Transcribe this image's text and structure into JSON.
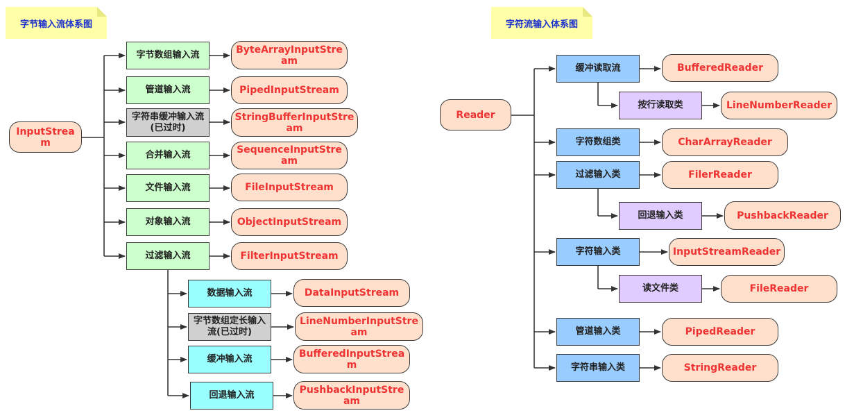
{
  "left": {
    "title": "字节输入流体系图",
    "root": "InputStream",
    "items": [
      {
        "label": "字节数组输入流",
        "target": "ByteArrayInputStream"
      },
      {
        "label": "管道输入流",
        "target": "PipedInputStream"
      },
      {
        "label": "字符串缓冲输入流(已过时)",
        "target": "StringBufferInputStream",
        "deprecated": true
      },
      {
        "label": "合并输入流",
        "target": "SequenceInputStream"
      },
      {
        "label": "文件输入流",
        "target": "FileInputStream"
      },
      {
        "label": "对象输入流",
        "target": "ObjectInputStream"
      },
      {
        "label": "过滤输入流",
        "target": "FilterInputStream"
      }
    ],
    "filter_children": [
      {
        "label": "数据输入流",
        "target": "DataInputStream"
      },
      {
        "label": "字节数组定长输入流(已过时)",
        "target": "LineNumberInputStream",
        "deprecated": true
      },
      {
        "label": "缓冲输入流",
        "target": "BufferedInputStream"
      },
      {
        "label": "回退输入流",
        "target": "PushbackInputStream"
      }
    ]
  },
  "right": {
    "title": "字符流输入体系图",
    "root": "Reader",
    "items": [
      {
        "label": "缓冲读取流",
        "target": "BufferedReader",
        "child": {
          "label": "按行读取类",
          "target": "LineNumberReader"
        }
      },
      {
        "label": "字符数组类",
        "target": "CharArrayReader"
      },
      {
        "label": "过滤输入类",
        "target": "FilerReader",
        "child": {
          "label": "回退输入类",
          "target": "PushbackReader"
        }
      },
      {
        "label": "字符输入类",
        "target": "InputStreamReader",
        "child": {
          "label": "读文件类",
          "target": "FileReader"
        }
      },
      {
        "label": "管道输入类",
        "target": "PipedReader"
      },
      {
        "label": "字符串输入类",
        "target": "StringReader"
      }
    ]
  },
  "colors": {
    "normal_box": "#ccffcc",
    "deprecated_box": "#d0d0d0",
    "filter_child_box": "#99ffff",
    "reader_box": "#99ccff",
    "reader_child_box": "#e0ccff",
    "pill": "#ffe0cc",
    "pill_text": "#ee3333",
    "note": "#ffffa8",
    "note_text": "#1a2fcc"
  }
}
